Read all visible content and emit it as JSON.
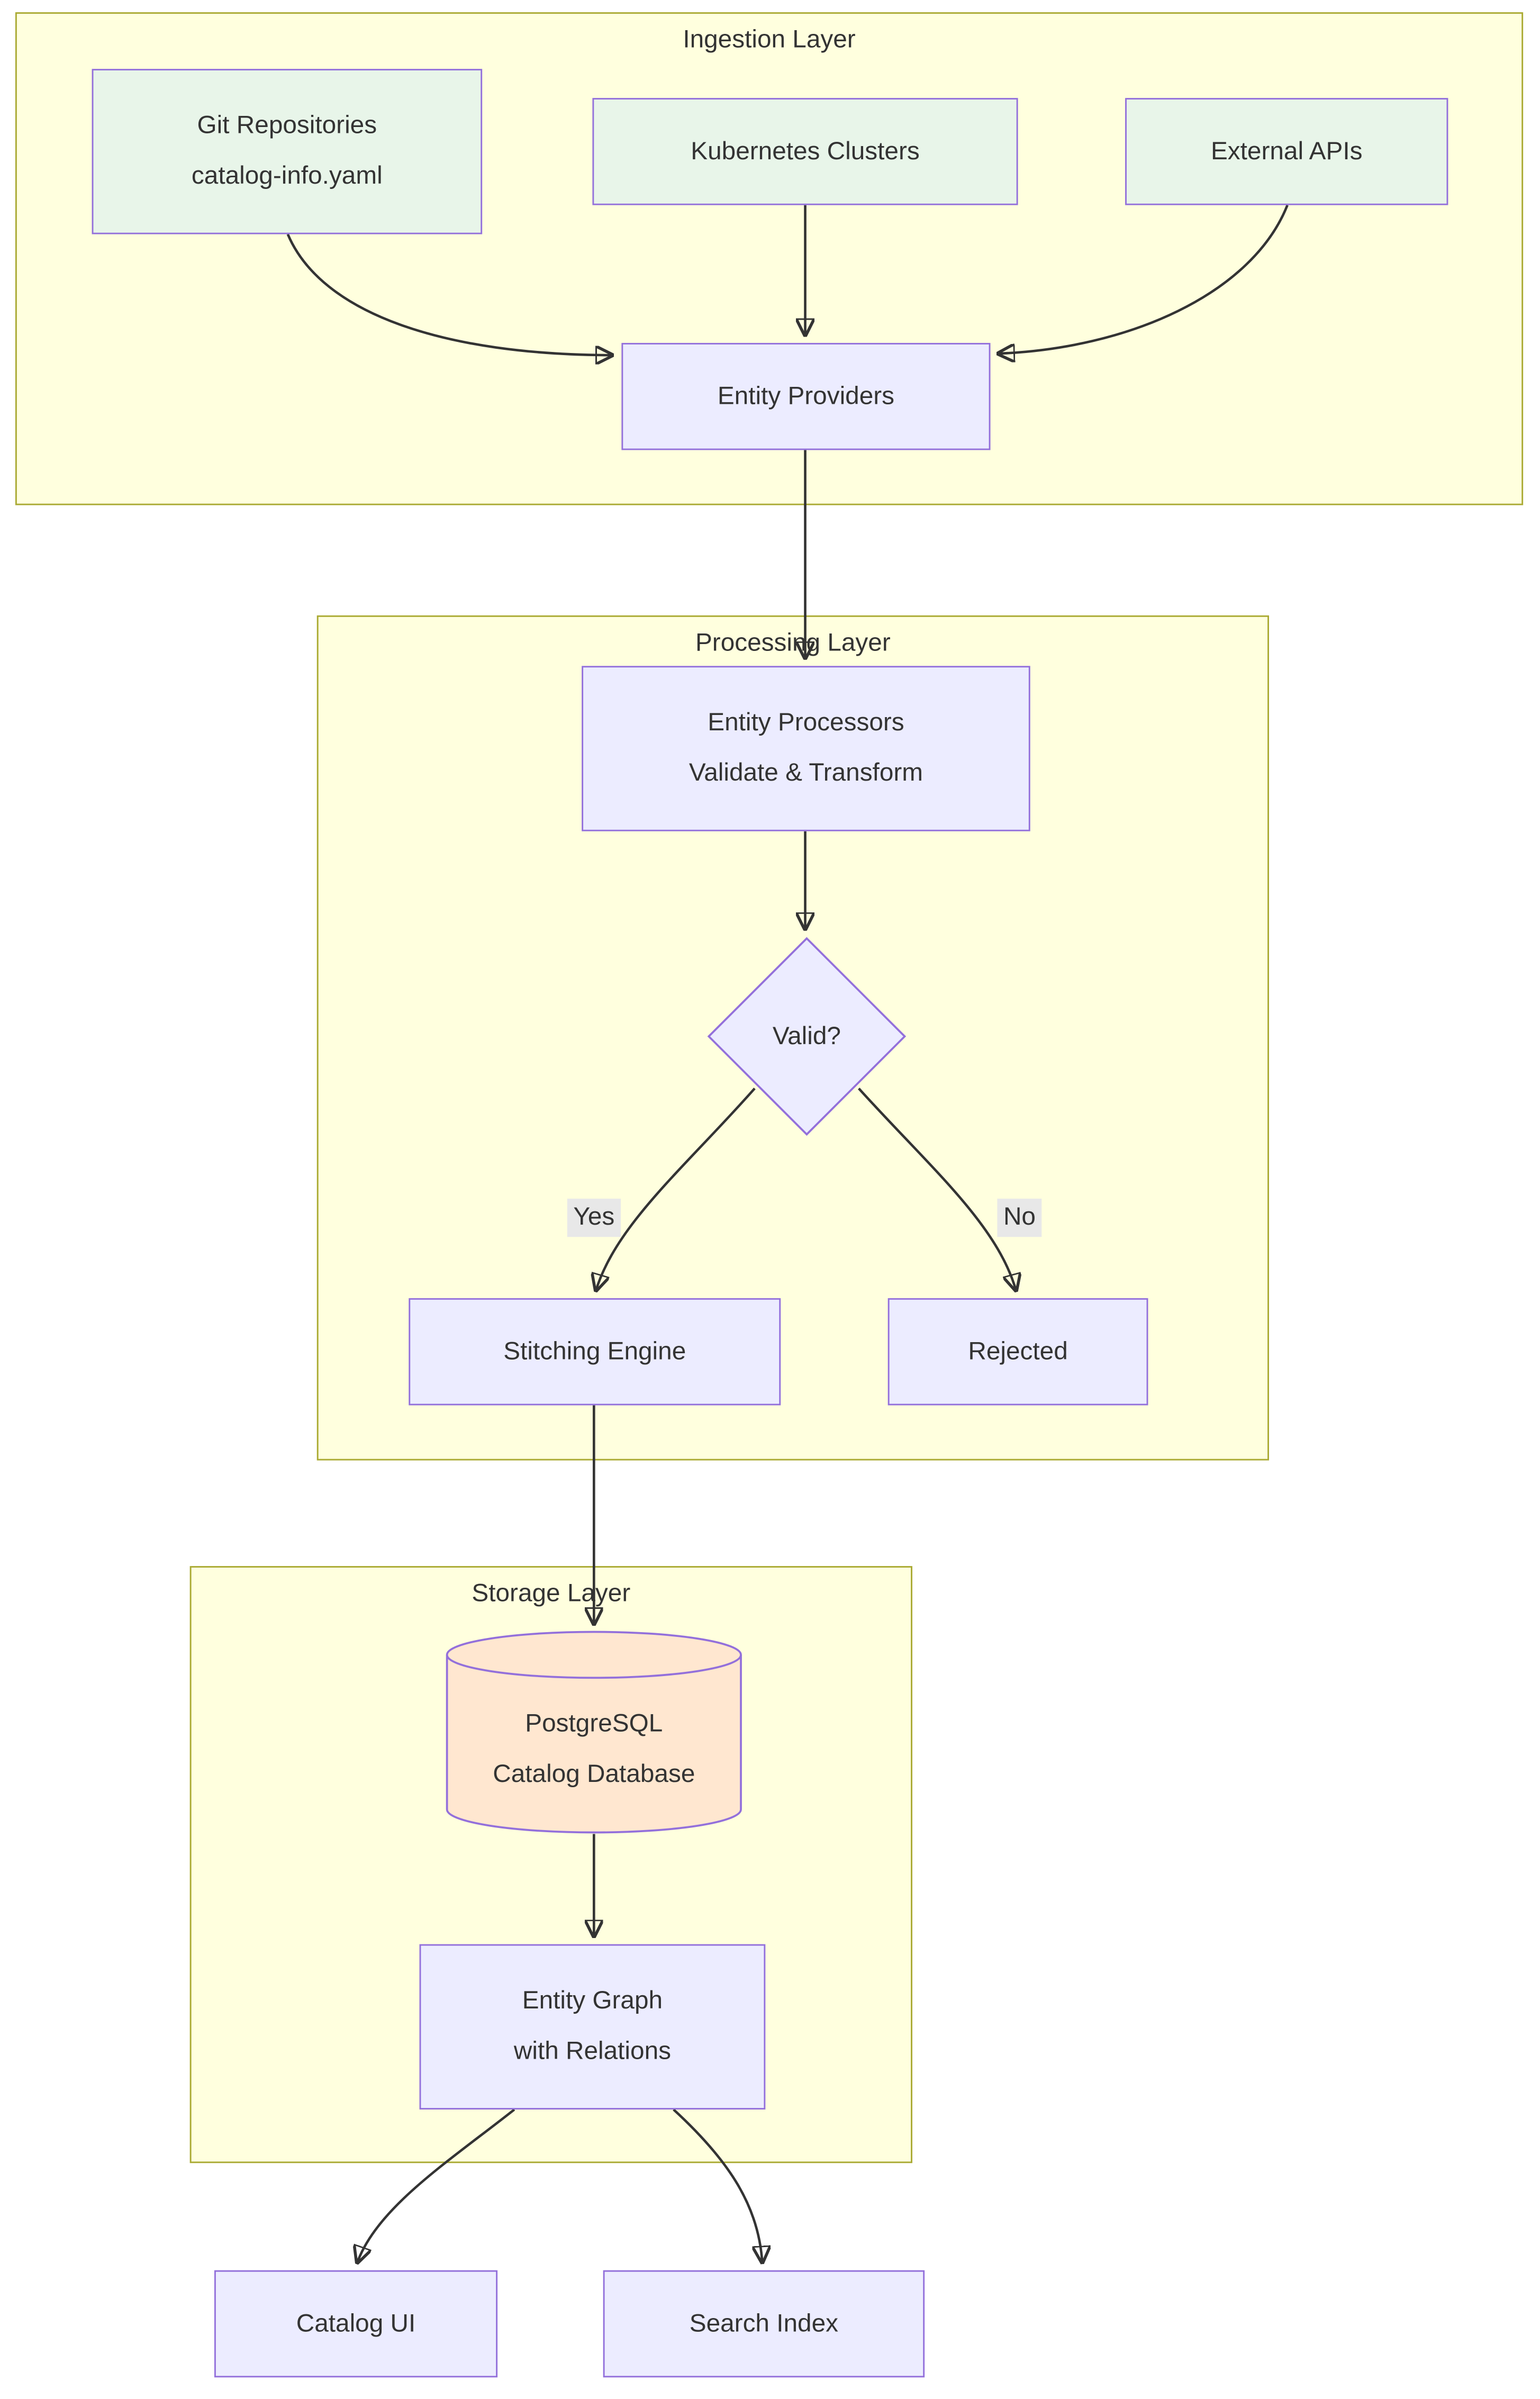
{
  "clusters": {
    "ingestion": {
      "title": "Ingestion Layer"
    },
    "processing": {
      "title": "Processing Layer"
    },
    "storage": {
      "title": "Storage Layer"
    }
  },
  "nodes": {
    "git_repositories": {
      "line1": "Git Repositories",
      "line2": "catalog-info.yaml",
      "shape": "rect",
      "fill": "#e8f5e9"
    },
    "kubernetes_clusters": {
      "line1": "Kubernetes Clusters",
      "shape": "rect",
      "fill": "#e8f5e9"
    },
    "external_apis": {
      "line1": "External APIs",
      "shape": "rect",
      "fill": "#e8f5e9"
    },
    "entity_providers": {
      "line1": "Entity Providers",
      "shape": "rect",
      "fill": "#ececff"
    },
    "entity_processors": {
      "line1": "Entity Processors",
      "line2": "Validate & Transform",
      "shape": "rect",
      "fill": "#ececff"
    },
    "valid_decision": {
      "line1": "Valid?",
      "shape": "diamond",
      "fill": "#ececff"
    },
    "stitching_engine": {
      "line1": "Stitching Engine",
      "shape": "rect",
      "fill": "#ececff"
    },
    "rejected": {
      "line1": "Rejected",
      "shape": "rect",
      "fill": "#ececff"
    },
    "postgres_db": {
      "line1": "PostgreSQL",
      "line2": "Catalog Database",
      "shape": "cylinder",
      "fill": "#ffe7d0"
    },
    "entity_graph": {
      "line1": "Entity Graph",
      "line2": "with Relations",
      "shape": "rect",
      "fill": "#ececff"
    },
    "catalog_ui": {
      "line1": "Catalog UI",
      "shape": "rect",
      "fill": "#ececff"
    },
    "search_index": {
      "line1": "Search Index",
      "shape": "rect",
      "fill": "#ececff"
    }
  },
  "edges": [
    {
      "from": "git_repositories",
      "to": "entity_providers",
      "label": ""
    },
    {
      "from": "kubernetes_clusters",
      "to": "entity_providers",
      "label": ""
    },
    {
      "from": "external_apis",
      "to": "entity_providers",
      "label": ""
    },
    {
      "from": "entity_providers",
      "to": "entity_processors",
      "label": ""
    },
    {
      "from": "entity_processors",
      "to": "valid_decision",
      "label": ""
    },
    {
      "from": "valid_decision",
      "to": "stitching_engine",
      "label": "Yes"
    },
    {
      "from": "valid_decision",
      "to": "rejected",
      "label": "No"
    },
    {
      "from": "stitching_engine",
      "to": "postgres_db",
      "label": ""
    },
    {
      "from": "postgres_db",
      "to": "entity_graph",
      "label": ""
    },
    {
      "from": "entity_graph",
      "to": "catalog_ui",
      "label": ""
    },
    {
      "from": "entity_graph",
      "to": "search_index",
      "label": ""
    }
  ],
  "edge_labels": {
    "yes": "Yes",
    "no": "No"
  },
  "colors": {
    "cluster_fill": "#ffffde",
    "cluster_border": "#aaaa33",
    "node_fill_default": "#ececff",
    "node_fill_source": "#e8f5e9",
    "node_fill_storage": "#ffe7d0",
    "node_border": "#9370db",
    "edge_color": "#333333",
    "text_color": "#333333",
    "edge_label_bg": "#e8e8e8",
    "page_background": "#ffffff"
  }
}
